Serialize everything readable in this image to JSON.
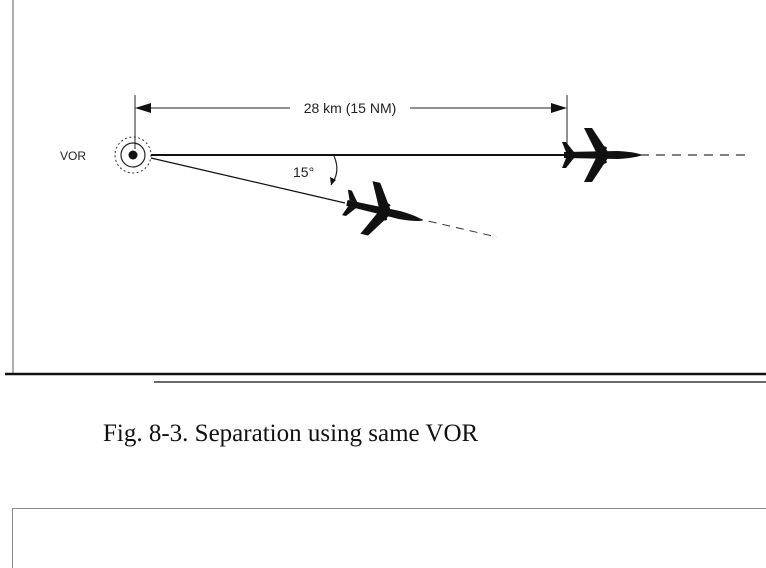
{
  "diagram": {
    "vor_label": "VOR",
    "distance_label": "28 km (15 NM)",
    "angle_label": "15°",
    "icons": {
      "vor_station": "vor-station-icon",
      "aircraft": "airplane-icon"
    }
  },
  "caption": "Fig. 8-3. Separation using same VOR"
}
